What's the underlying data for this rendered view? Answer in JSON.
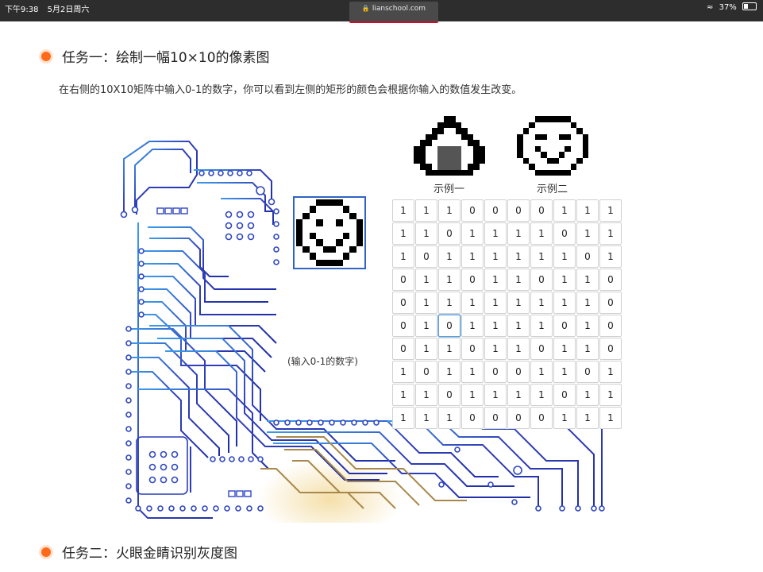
{
  "status_bar": {
    "time": "下午9:38",
    "date": "5月2日周六",
    "url": "lianschool.com",
    "battery": "37%"
  },
  "task1": {
    "title": "任务一：绘制一幅10×10的像素图"
  },
  "description": "在右侧的10X10矩阵中输入0-1的数字，你可以看到左侧的矩形的颜色会根据你输入的数值发生改变。",
  "examples": [
    {
      "label": "示例一",
      "icon": "rice-ball-pixel-icon"
    },
    {
      "label": "示例二",
      "icon": "smiley-pixel-icon"
    }
  ],
  "input_hint": "(输入0-1的数字)",
  "task2": {
    "title": "任务二：火眼金睛识别灰度图"
  },
  "colors": {
    "accent": "#ff6b1a",
    "preview_border": "#2f63c6",
    "active_cell": "#5b9bd5"
  },
  "matrix": [
    [
      1,
      1,
      1,
      0,
      0,
      0,
      0,
      1,
      1,
      1
    ],
    [
      1,
      1,
      0,
      1,
      1,
      1,
      1,
      0,
      1,
      1
    ],
    [
      1,
      0,
      1,
      1,
      1,
      1,
      1,
      1,
      0,
      1
    ],
    [
      0,
      1,
      1,
      0,
      1,
      1,
      0,
      1,
      1,
      0
    ],
    [
      0,
      1,
      1,
      1,
      1,
      1,
      1,
      1,
      1,
      0
    ],
    [
      0,
      1,
      0,
      1,
      1,
      1,
      1,
      0,
      1,
      0
    ],
    [
      0,
      1,
      1,
      0,
      1,
      1,
      0,
      1,
      1,
      0
    ],
    [
      1,
      0,
      1,
      1,
      0,
      0,
      1,
      1,
      0,
      1
    ],
    [
      1,
      1,
      0,
      1,
      1,
      1,
      1,
      0,
      1,
      1
    ],
    [
      1,
      1,
      1,
      0,
      0,
      0,
      0,
      1,
      1,
      1
    ]
  ],
  "active_cell": {
    "row": 5,
    "col": 2
  }
}
